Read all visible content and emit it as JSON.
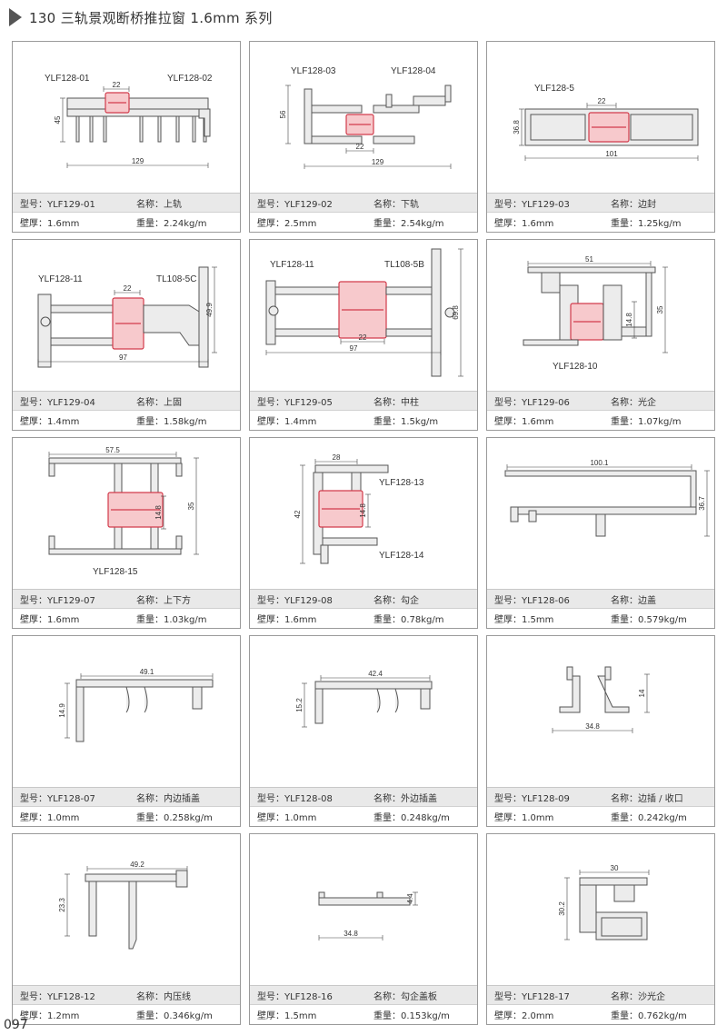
{
  "header": {
    "title": "130 三轨景观断桥推拉窗 1.6mm 系列"
  },
  "page_number": "097",
  "labels": {
    "model": "型号：",
    "name": "名称：",
    "wall": "壁厚：",
    "weight": "重量："
  },
  "cards": [
    {
      "model": "YLF129-01",
      "name": "上轨",
      "wall": "1.6mm",
      "weight": "2.24kg/m",
      "tags": [
        "YLF128-01",
        "YLF128-02"
      ],
      "dims": [
        "22",
        "45",
        "129"
      ]
    },
    {
      "model": "YLF129-02",
      "name": "下轨",
      "wall": "2.5mm",
      "weight": "2.54kg/m",
      "tags": [
        "YLF128-03",
        "YLF128-04"
      ],
      "dims": [
        "56",
        "22",
        "129"
      ]
    },
    {
      "model": "YLF129-03",
      "name": "边封",
      "wall": "1.6mm",
      "weight": "1.25kg/m",
      "tags": [
        "YLF128-5"
      ],
      "dims": [
        "22",
        "36.8",
        "101"
      ]
    },
    {
      "model": "YLF129-04",
      "name": "上固",
      "wall": "1.4mm",
      "weight": "1.58kg/m",
      "tags": [
        "YLF128-11",
        "TL108-5C"
      ],
      "dims": [
        "22",
        "49.9",
        "97"
      ]
    },
    {
      "model": "YLF129-05",
      "name": "中柱",
      "wall": "1.4mm",
      "weight": "1.5kg/m",
      "tags": [
        "YLF128-11",
        "TL108-5B"
      ],
      "dims": [
        "69.8",
        "22",
        "97"
      ]
    },
    {
      "model": "YLF129-06",
      "name": "光企",
      "wall": "1.6mm",
      "weight": "1.07kg/m",
      "tags": [
        "YLF128-10"
      ],
      "dims": [
        "51",
        "14.8",
        "35"
      ]
    },
    {
      "model": "YLF129-07",
      "name": "上下方",
      "wall": "1.6mm",
      "weight": "1.03kg/m",
      "tags": [
        "YLF128-15"
      ],
      "dims": [
        "57.5",
        "14.8",
        "35"
      ]
    },
    {
      "model": "YLF129-08",
      "name": "勾企",
      "wall": "1.6mm",
      "weight": "0.78kg/m",
      "tags": [
        "YLF128-13",
        "YLF128-14"
      ],
      "dims": [
        "28",
        "42",
        "14.8"
      ]
    },
    {
      "model": "YLF128-06",
      "name": "边盖",
      "wall": "1.5mm",
      "weight": "0.579kg/m",
      "tags": [],
      "dims": [
        "100.1",
        "36.7"
      ]
    },
    {
      "model": "YLF128-07",
      "name": "内边插盖",
      "wall": "1.0mm",
      "weight": "0.258kg/m",
      "tags": [],
      "dims": [
        "49.1",
        "14.9"
      ]
    },
    {
      "model": "YLF128-08",
      "name": "外边插盖",
      "wall": "1.0mm",
      "weight": "0.248kg/m",
      "tags": [],
      "dims": [
        "42.4",
        "15.2"
      ]
    },
    {
      "model": "YLF128-09",
      "name": "边插 / 收口",
      "wall": "1.0mm",
      "weight": "0.242kg/m",
      "tags": [],
      "dims": [
        "14",
        "34.8"
      ]
    },
    {
      "model": "YLF128-12",
      "name": "内压线",
      "wall": "1.2mm",
      "weight": "0.346kg/m",
      "tags": [],
      "dims": [
        "49.2",
        "23.3"
      ]
    },
    {
      "model": "YLF128-16",
      "name": "勾企盖板",
      "wall": "1.5mm",
      "weight": "0.153kg/m",
      "tags": [],
      "dims": [
        "34.8",
        "4.4"
      ]
    },
    {
      "model": "YLF128-17",
      "name": "沙光企",
      "wall": "2.0mm",
      "weight": "0.762kg/m",
      "tags": [],
      "dims": [
        "30",
        "30.2"
      ]
    }
  ]
}
